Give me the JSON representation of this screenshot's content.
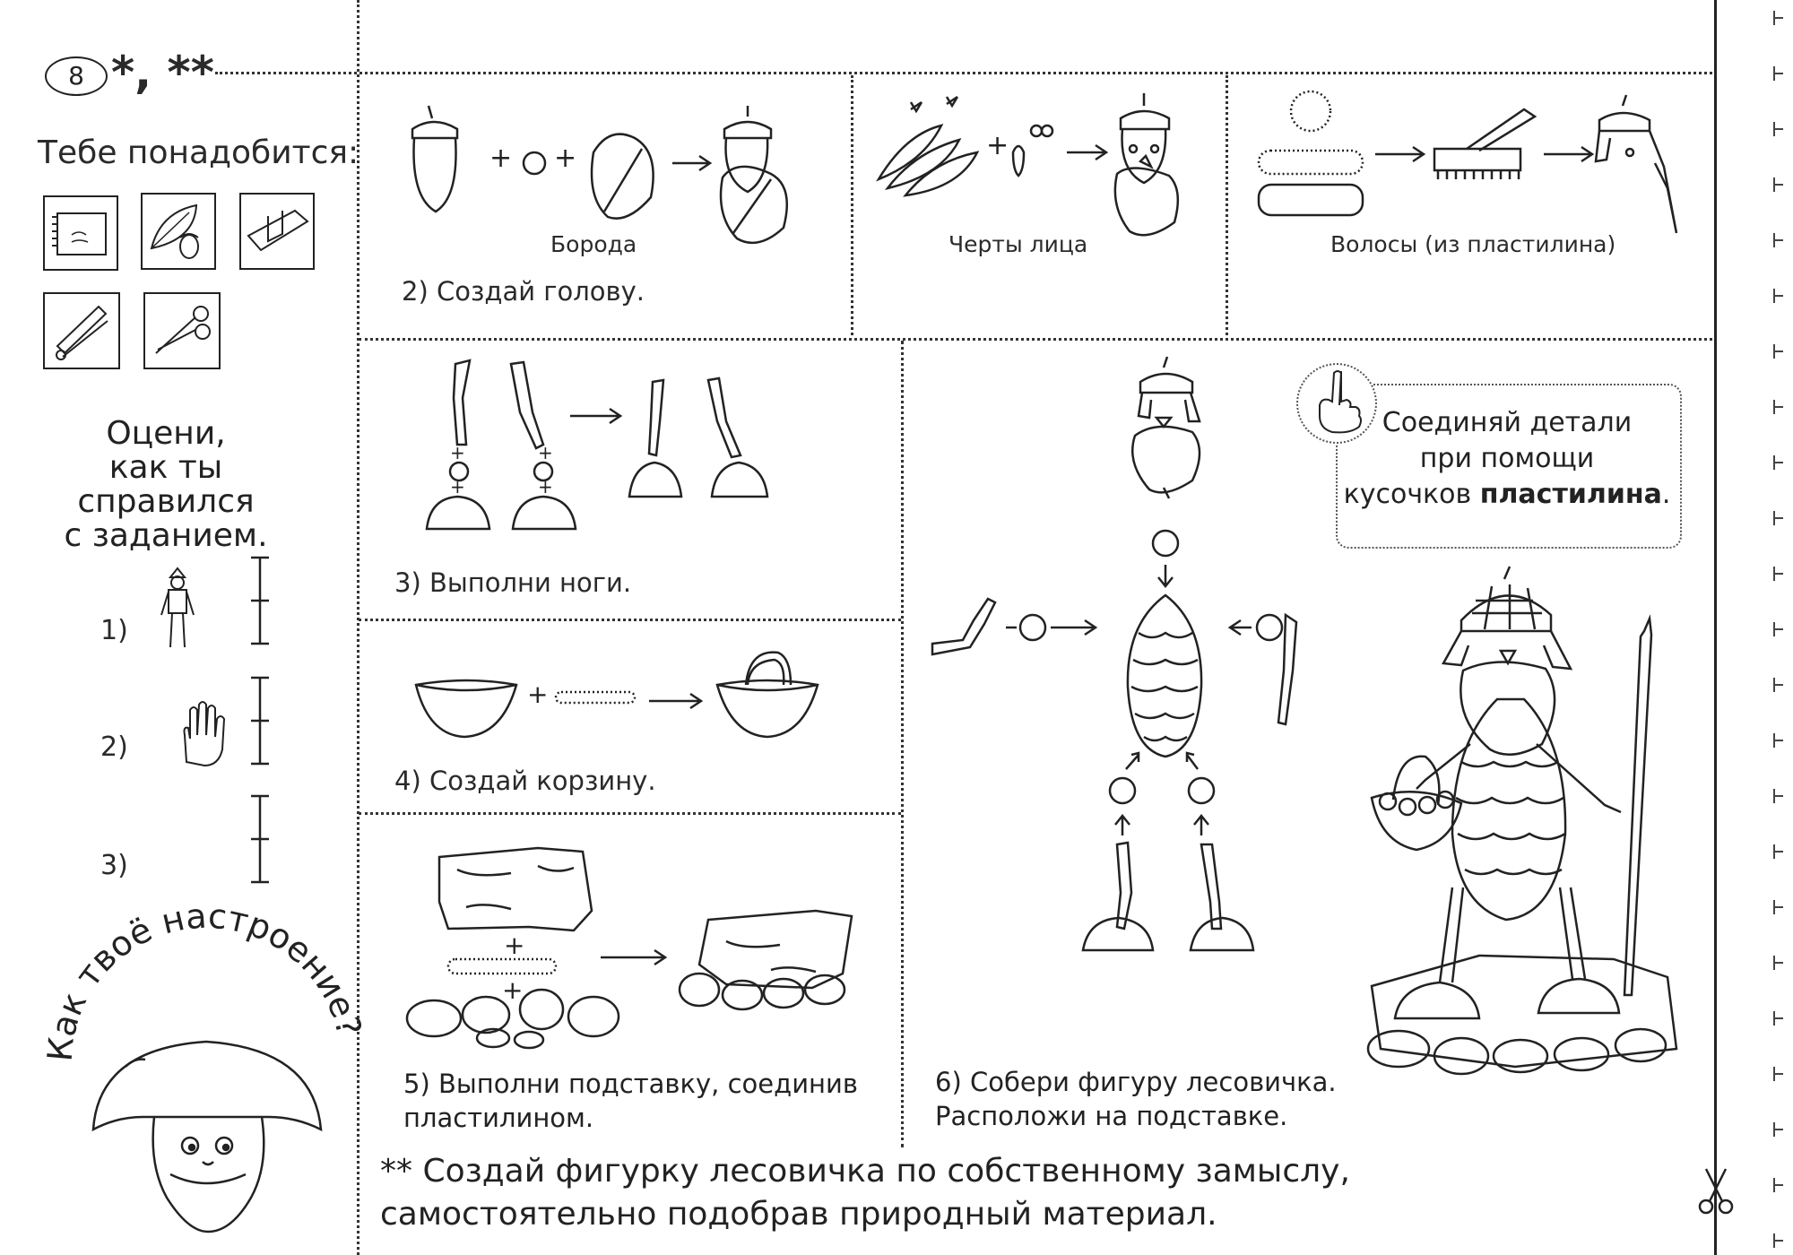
{
  "header": {
    "number": "8",
    "stars": "*, **"
  },
  "sidebar": {
    "need_title": "Тебе понадобится:",
    "tool_icons": [
      "notebook-icon",
      "natural-material-icon",
      "plasticine-icon",
      "modeling-stack-icon",
      "scissors-icon"
    ],
    "rate_title_lines": [
      "Оцени,",
      "как ты справился",
      "с заданием."
    ],
    "rating_items": [
      {
        "label": "1)",
        "icon": "figure-icon"
      },
      {
        "label": "2)",
        "icon": "hand-icon"
      },
      {
        "label": "3)",
        "icon": ""
      }
    ],
    "mood_title": "Как твоё настроение?"
  },
  "steps": {
    "step2": {
      "caption": "2) Создай голову.",
      "parts": [
        {
          "label": "Борода"
        },
        {
          "label": "Черты лица"
        },
        {
          "label": "Волосы (из пластилина)"
        }
      ]
    },
    "step3": {
      "caption": "3) Выполни ноги."
    },
    "step4": {
      "caption": "4) Создай корзину."
    },
    "step5": {
      "caption_lines": [
        "5) Выполни подставку, соединив",
        "пластилином."
      ]
    },
    "step6": {
      "caption_lines": [
        "6) Собери фигуру лесовичка.",
        "Расположи на подставке."
      ]
    }
  },
  "tip": {
    "lines": [
      "Соединяй детали",
      "при помощи"
    ],
    "line3_prefix": "кусочков ",
    "line3_bold": "пластилина",
    "line3_suffix": "."
  },
  "footer": {
    "lines": [
      "** Создай фигурку лесовичка по собственному замыслу,",
      "самостоятельно подобрав природный материал."
    ]
  },
  "cut_mark_icon": "scissors-icon"
}
